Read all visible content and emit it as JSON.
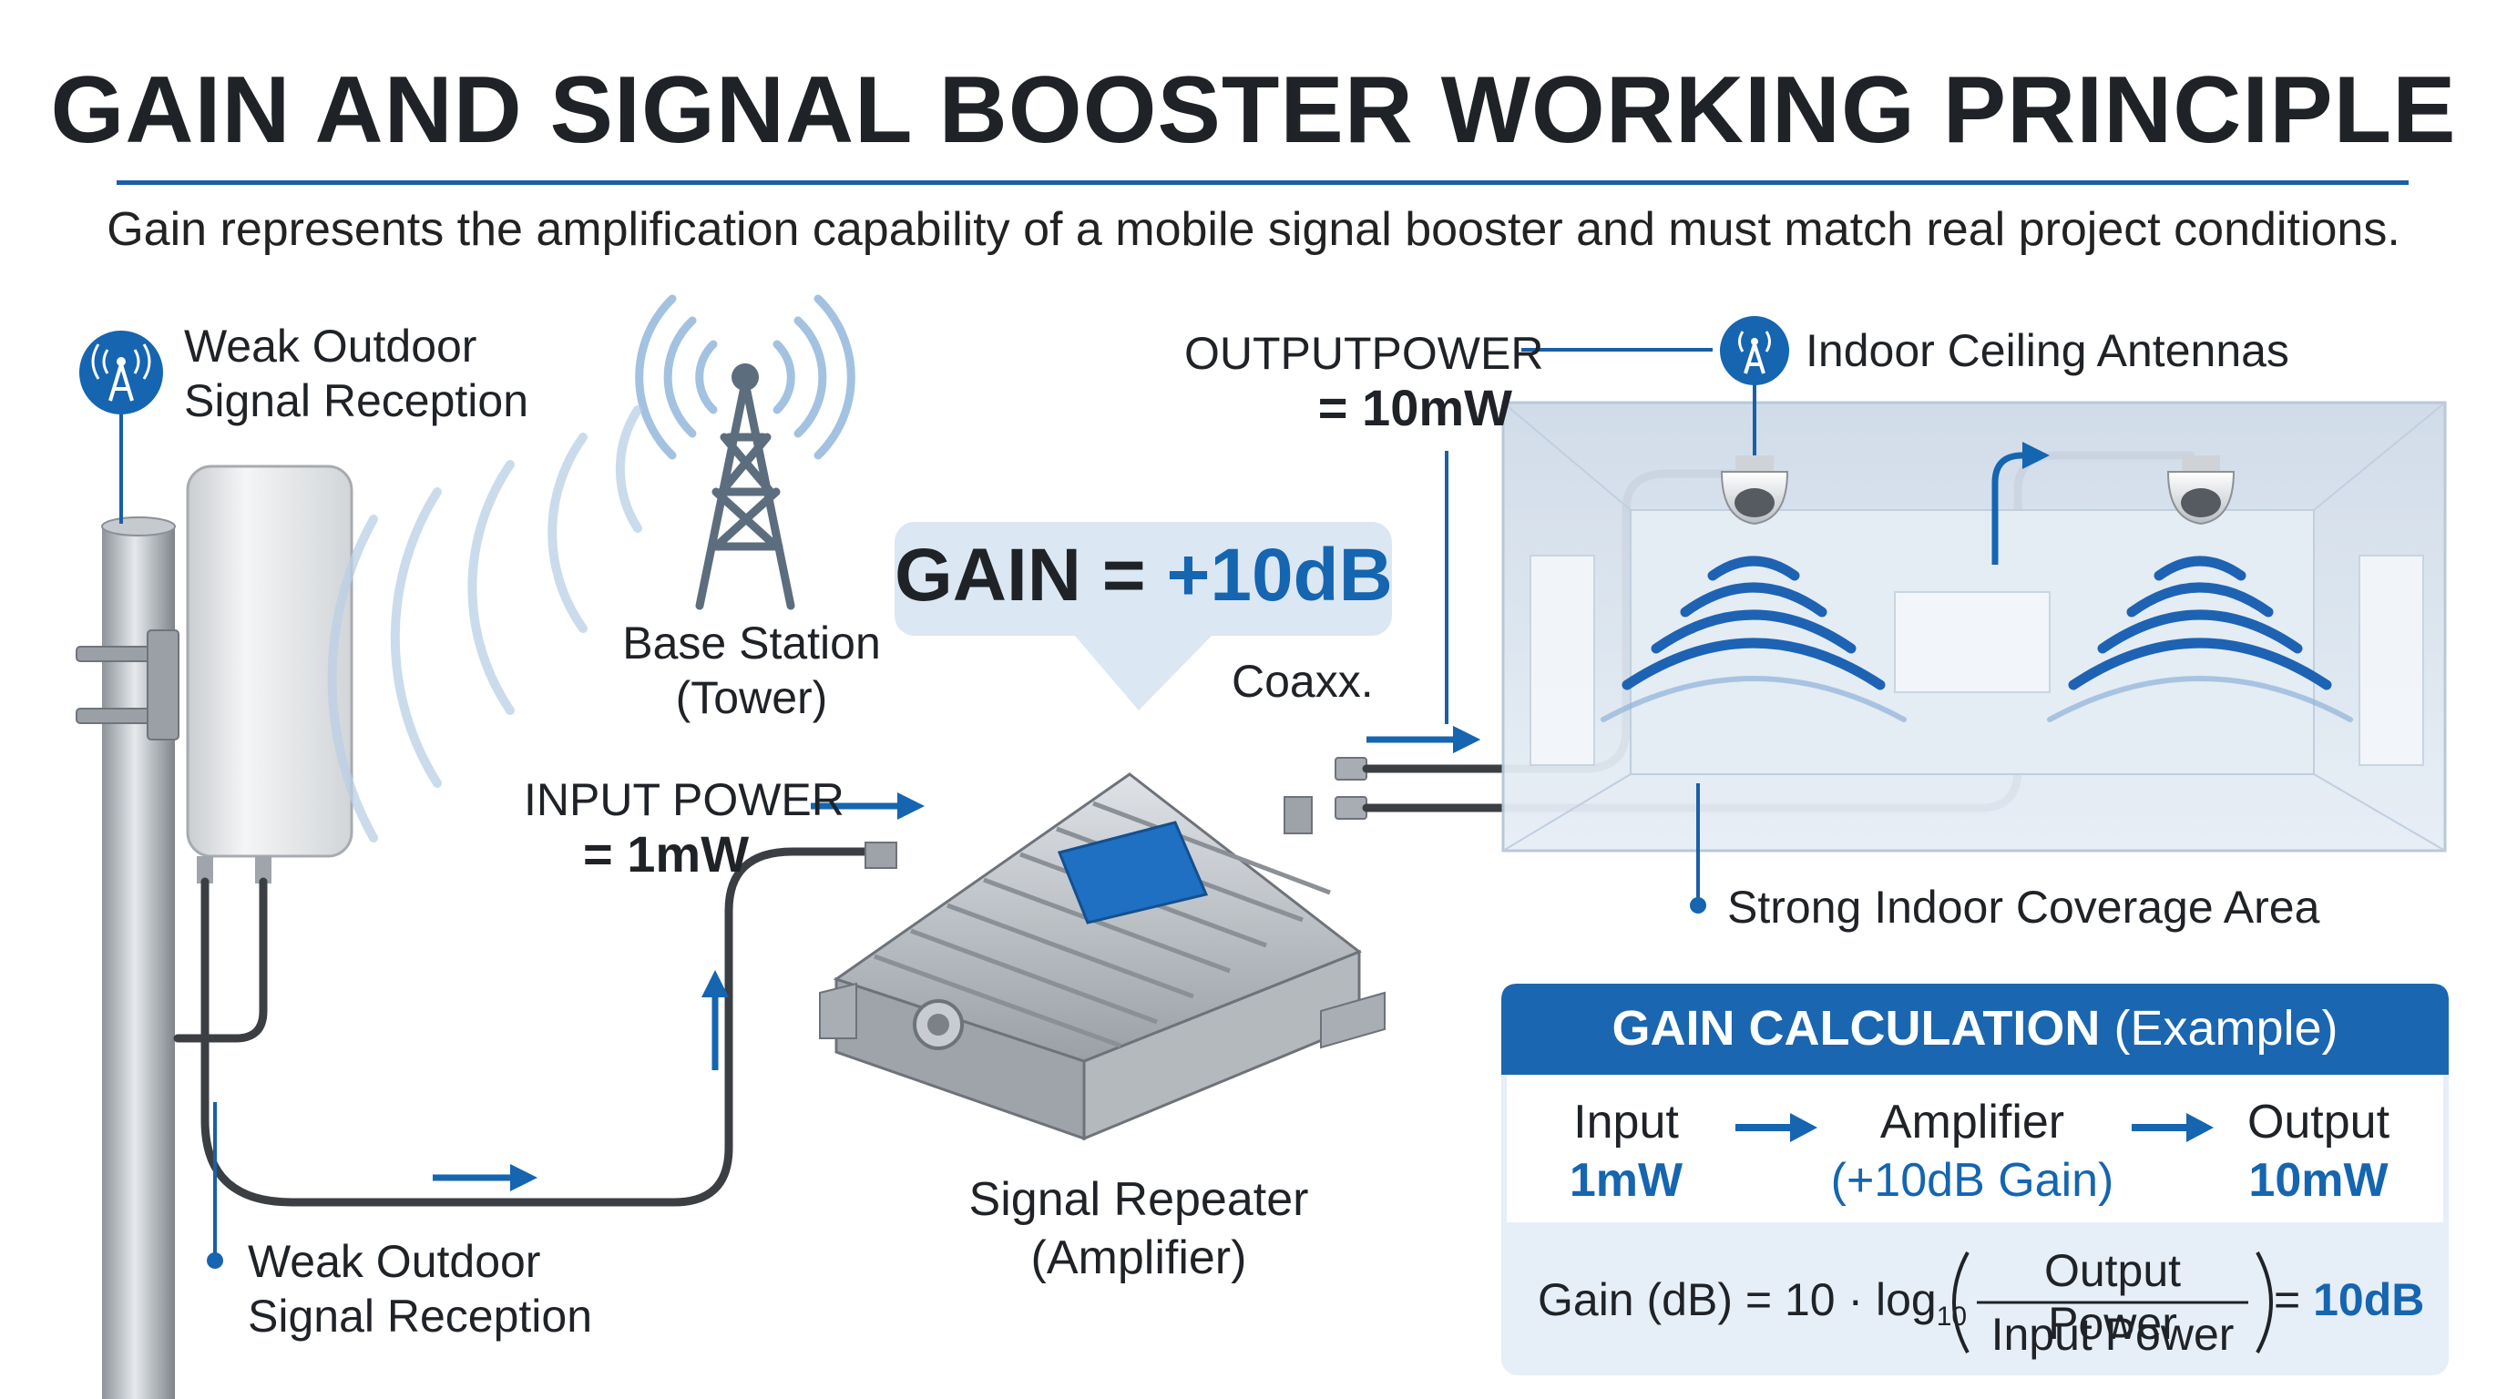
{
  "title": "GAIN AND SIGNAL BOOSTER WORKING PRINCIPLE",
  "subtitle": "Gain represents the amplification capability of a mobile signal booster and must match real project conditions.",
  "labels": {
    "weak_outdoor_top": [
      "Weak Outdoor",
      "Signal Reception"
    ],
    "weak_outdoor_bottom": [
      "Weak Outdoor",
      "Signal Reception"
    ],
    "base_station": [
      "Base Station",
      "(Tower)"
    ],
    "input_power": [
      "INPUT POWER",
      "= 1mW"
    ],
    "output_power": [
      "OUTPUTPOWER",
      "= 10mW"
    ],
    "indoor_antennas": "Indoor Ceiling Antennas",
    "coax": "Coaxx.",
    "strong_indoor": "Strong Indoor Coverage Area",
    "repeater": [
      "Signal Repeater",
      "(Amplifier)"
    ]
  },
  "gain_badge": {
    "prefix": "GAIN = ",
    "value": "+10dB"
  },
  "calculation": {
    "heading": "GAIN CALCULATION",
    "heading_suffix": "(Example)",
    "steps": [
      {
        "label": "Input",
        "value": "1mW"
      },
      {
        "label": "Amplifier",
        "value": "(+10dB Gain)"
      },
      {
        "label": "Output",
        "value": "10mW"
      }
    ],
    "formula": {
      "lhs": "Gain (dB) = 10 · log",
      "subscript": "10",
      "numerator": "Output Power",
      "denominator": "Input Power",
      "equals": "=",
      "result": "10dB"
    }
  },
  "colors": {
    "accent": "#1565b0",
    "text": "#1f2226",
    "room_bg": "#dce6f1",
    "calc_header": "#1a66b0"
  },
  "icons": [
    "antenna-tower-icon",
    "antenna-tower-icon"
  ]
}
